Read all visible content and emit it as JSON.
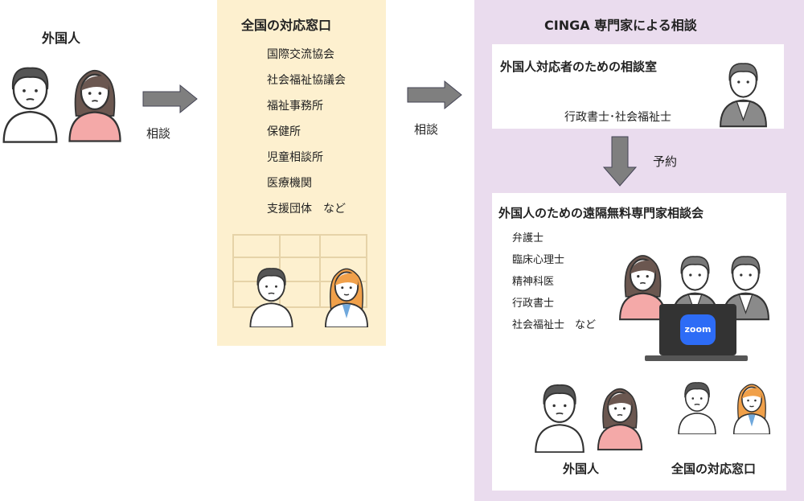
{
  "left": {
    "title": "外国人"
  },
  "arrow1": {
    "label": "相談"
  },
  "contact": {
    "title": "全国の対応窓口",
    "items": [
      "国際交流協会",
      "社会福祉協議会",
      "福祉事務所",
      "保健所",
      "児童相談所",
      "医療機関",
      "支援団体　など"
    ]
  },
  "arrow2": {
    "label": "相談"
  },
  "cinga": {
    "title": "CINGA 専門家による相談",
    "room": {
      "title": "外国人対応者のための相談室",
      "staff": "行政書士･社会福祉士"
    },
    "reserve_label": "予約",
    "meeting": {
      "title": "外国人のための遠隔無料専門家相談会",
      "experts": [
        "弁護士",
        "臨床心理士",
        "精神科医",
        "行政書士",
        "社会福祉士　など"
      ],
      "zoom_logo": "zoom",
      "bottom_left": "外国人",
      "bottom_right": "全国の対応窓口"
    }
  },
  "colors": {
    "yellow": "#fdf0cf",
    "purple": "#eadcee",
    "arrow": "#7f7f7f",
    "zoom": "#2d6cf6"
  }
}
